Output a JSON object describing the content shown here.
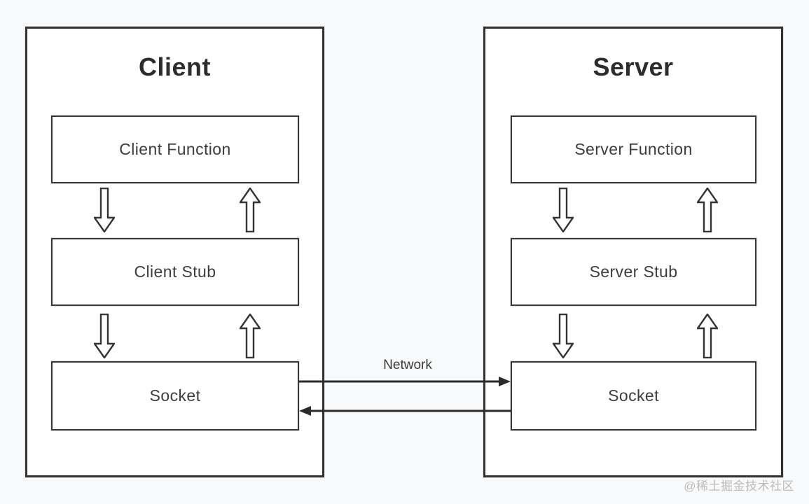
{
  "colors": {
    "background": "#f8f9fa",
    "panel_fill": "#ffffff",
    "line": "#333333",
    "text": "#3d3d3d",
    "watermark": "#b2b2b2"
  },
  "diagram": {
    "panels": [
      {
        "title": "Client",
        "boxes": [
          "Client Function",
          "Client Stub",
          "Socket"
        ]
      },
      {
        "title": "Server",
        "boxes": [
          "Server Function",
          "Server Stub",
          "Socket"
        ]
      }
    ],
    "network_label": "Network",
    "watermark": "@稀土掘金技术社区"
  }
}
